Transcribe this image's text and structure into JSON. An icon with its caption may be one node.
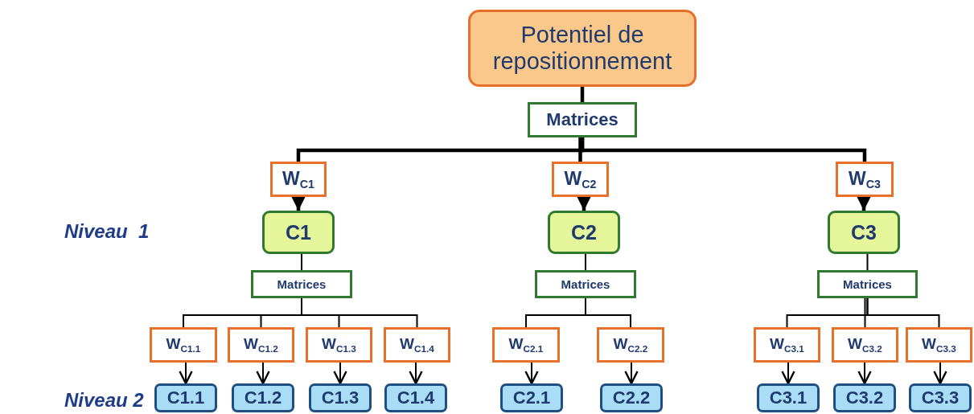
{
  "diagram": {
    "nodes": [
      {
        "text": [
          "Potentiel de repositionnement"
        ]
      },
      {
        "text": [
          "Matrices"
        ]
      },
      {
        "text": [
          "W$_{C1}$"
        ]
      },
      {
        "text": [
          "W$_{C2}$"
        ]
      },
      {
        "text": [
          "W$_{C3}$"
        ]
      },
      {
        "text": [
          "C1"
        ]
      },
      {
        "text": [
          "C2"
        ]
      },
      {
        "text": [
          "C3"
        ]
      },
      {
        "text": [
          "Matrices"
        ]
      },
      {
        "text": [
          "Matrices"
        ]
      },
      {
        "text": [
          "Matrices"
        ]
      },
      {
        "text": [
          "W$_{C1.1}$"
        ]
      },
      {
        "text": [
          "W$_{C1.2}$"
        ]
      },
      {
        "text": [
          "W$_{C1.3}$"
        ]
      },
      {
        "text": [
          "W$_{C1.4}$"
        ]
      },
      {
        "text": [
          "W$_{C2.1}$"
        ]
      },
      {
        "text": [
          "W$_{C2.2}$"
        ]
      },
      {
        "text": [
          "W$_{C3.1}$"
        ]
      },
      {
        "text": [
          "W$_{C3.2}$"
        ]
      },
      {
        "text": [
          "W$_{C3.3}$"
        ]
      },
      {
        "text": [
          "C1.1"
        ]
      },
      {
        "text": [
          "C1.2"
        ]
      },
      {
        "text": [
          "C1.3"
        ]
      },
      {
        "text": [
          "C1.4"
        ]
      },
      {
        "text": [
          "C2.1"
        ]
      },
      {
        "text": [
          "C2.2"
        ]
      },
      {
        "text": [
          "C3.1"
        ]
      },
      {
        "text": [
          "C3.2"
        ]
      },
      {
        "text": [
          "C3.3"
        ]
      }
    ],
    "edges": [
      {
        "from": 0,
        "to": 1,
        "arrow": "none",
        "style": "thick"
      },
      {
        "from": 1,
        "to": 2,
        "arrow": "none",
        "style": "thick"
      },
      {
        "from": 1,
        "to": 3,
        "arrow": "none",
        "style": "thick"
      },
      {
        "from": 1,
        "to": 4,
        "arrow": "none",
        "style": "thick"
      },
      {
        "from": 2,
        "to": 5,
        "arrow": "to",
        "style": "thick"
      },
      {
        "from": 3,
        "to": 6,
        "arrow": "to",
        "style": "thick"
      },
      {
        "from": 4,
        "to": 7,
        "arrow": "to",
        "style": "thick"
      },
      {
        "from": 5,
        "to": 8,
        "arrow": "none"
      },
      {
        "from": 6,
        "to": 9,
        "arrow": "none"
      },
      {
        "from": 7,
        "to": 10,
        "arrow": "none"
      },
      {
        "from": 8,
        "to": 11,
        "arrow": "none"
      },
      {
        "from": 8,
        "to": 12,
        "arrow": "none"
      },
      {
        "from": 8,
        "to": 13,
        "arrow": "none"
      },
      {
        "from": 8,
        "to": 14,
        "arrow": "none"
      },
      {
        "from": 9,
        "to": 15,
        "arrow": "none"
      },
      {
        "from": 9,
        "to": 16,
        "arrow": "none"
      },
      {
        "from": 10,
        "to": 17,
        "arrow": "none"
      },
      {
        "from": 10,
        "to": 18,
        "arrow": "none"
      },
      {
        "from": 10,
        "to": 19,
        "arrow": "none"
      },
      {
        "from": 11,
        "to": 20,
        "arrow": "to"
      },
      {
        "from": 12,
        "to": 21,
        "arrow": "to"
      },
      {
        "from": 13,
        "to": 22,
        "arrow": "to"
      },
      {
        "from": 14,
        "to": 23,
        "arrow": "to"
      },
      {
        "from": 15,
        "to": 24,
        "arrow": "to"
      },
      {
        "from": 16,
        "to": 25,
        "arrow": "to"
      },
      {
        "from": 17,
        "to": 26,
        "arrow": "to"
      },
      {
        "from": 18,
        "to": 27,
        "arrow": "to"
      },
      {
        "from": 19,
        "to": 28,
        "arrow": "to"
      }
    ],
    "labels": [
      "Niveau  1",
      "Niveau 2"
    ]
  }
}
